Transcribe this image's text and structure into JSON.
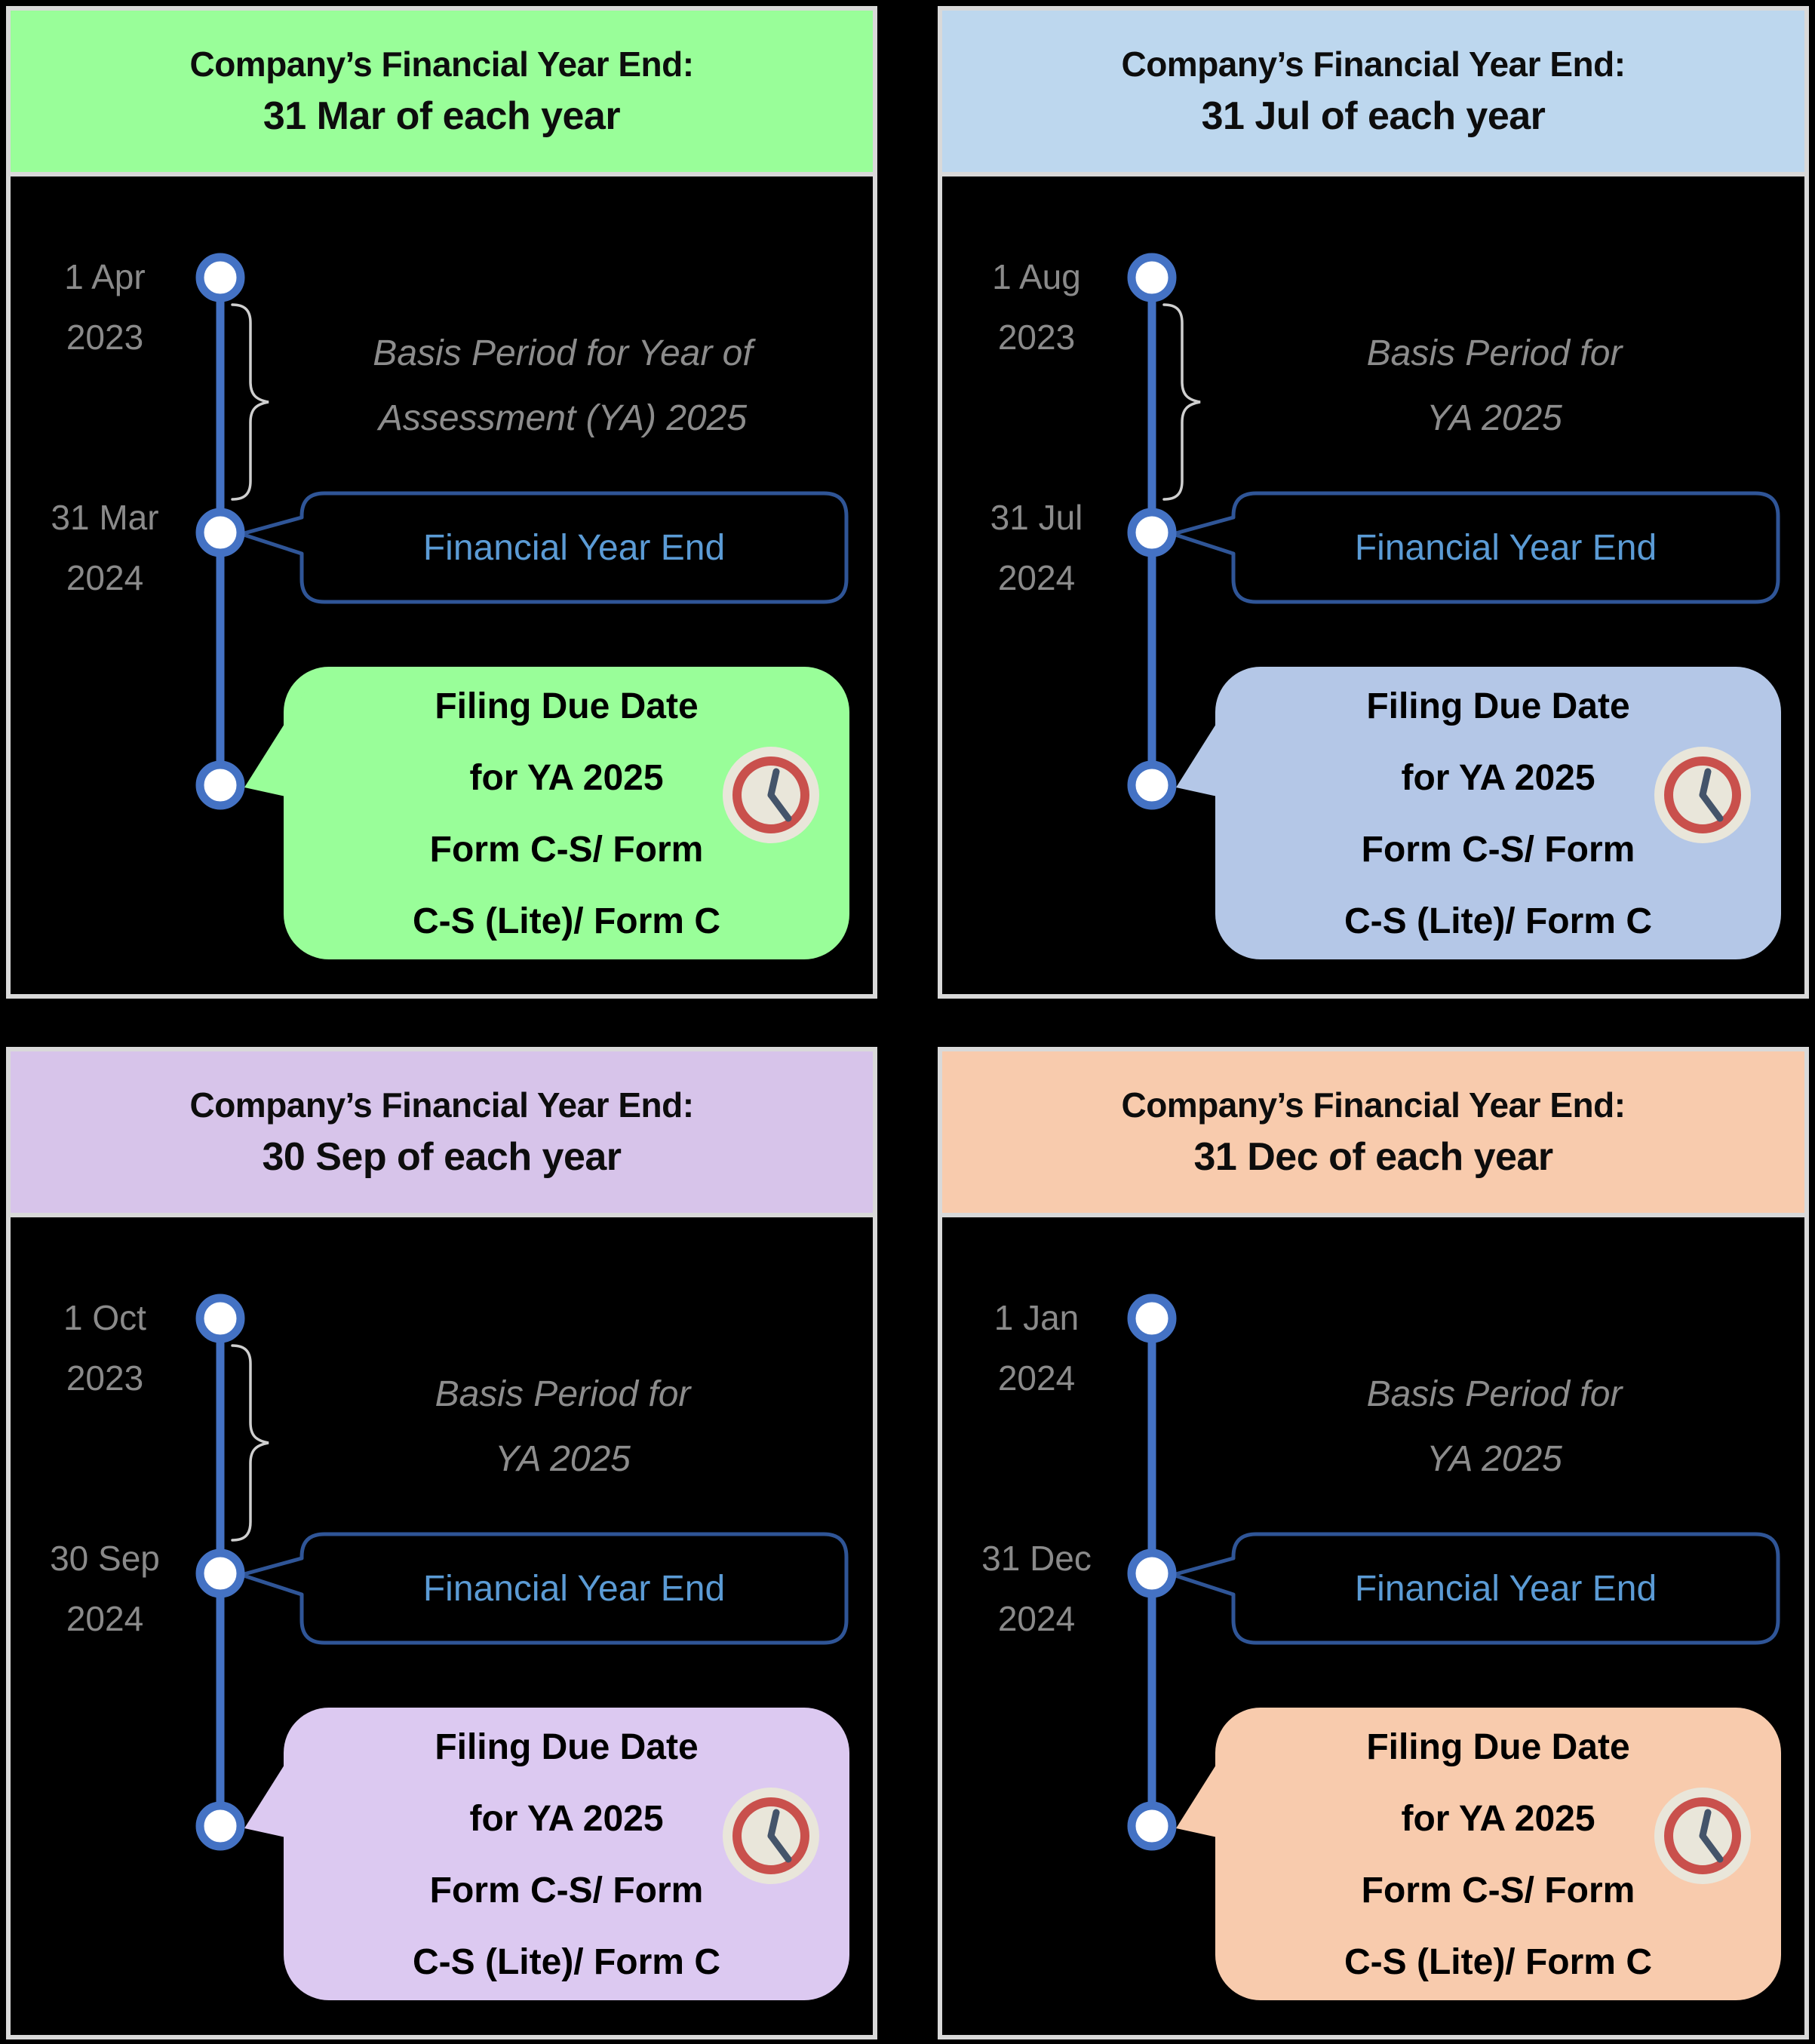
{
  "colors": {
    "background": "#000000",
    "panel_border": "#D9D9D9",
    "timeline_line": "#4472C4",
    "dot_fill": "#FFFFFF",
    "dot_ring": "#4472C4",
    "brace": "#CFCFCF",
    "fye_callout_border": "#2F5597",
    "fye_callout_text": "#5B9BD5",
    "date_text": "#8A8A8A",
    "basis_text": "#8C8C8C",
    "filing_text": "#000000",
    "clock_face": "#E9E6DA",
    "clock_ring": "#C9504C",
    "clock_hands": "#44546A"
  },
  "panels": [
    {
      "id": "fye-31-mar",
      "header": {
        "line1": "Company’s Financial Year End:",
        "line2": "31 Mar of each year",
        "bg": "#99FE99"
      },
      "timeline": {
        "start_date": {
          "line1": "1 Apr",
          "line2": "2023"
        },
        "end_date": {
          "line1": "31 Mar",
          "line2": "2024"
        },
        "basis_period": {
          "line1": "Basis Period for Year of",
          "line2": "Assessment (YA) 2025"
        },
        "has_brace": true
      },
      "fye_callout": {
        "label": "Financial Year End"
      },
      "filing_callout": {
        "line1": "Filing Due Date",
        "line2": "for YA 2025",
        "line3": "Form C-S/ Form",
        "line4": "C-S (Lite)/ Form C",
        "bg": "#99FE99",
        "icon": "clock-icon"
      }
    },
    {
      "id": "fye-31-jul",
      "header": {
        "line1": "Company’s Financial Year End:",
        "line2": "31 Jul of each year",
        "bg": "#BDD7EE"
      },
      "timeline": {
        "start_date": {
          "line1": "1 Aug",
          "line2": "2023"
        },
        "end_date": {
          "line1": "31 Jul",
          "line2": "2024"
        },
        "basis_period": {
          "line1": "Basis Period for",
          "line2": "YA 2025"
        },
        "has_brace": true
      },
      "fye_callout": {
        "label": "Financial Year End"
      },
      "filing_callout": {
        "line1": "Filing Due Date",
        "line2": "for YA 2025",
        "line3": "Form C-S/ Form",
        "line4": "C-S (Lite)/ Form C",
        "bg": "#B4C7E7",
        "icon": "clock-icon"
      }
    },
    {
      "id": "fye-30-sep",
      "header": {
        "line1": "Company’s Financial Year End:",
        "line2": "30 Sep of each year",
        "bg": "#D7C4EA"
      },
      "timeline": {
        "start_date": {
          "line1": "1 Oct",
          "line2": "2023"
        },
        "end_date": {
          "line1": "30 Sep",
          "line2": "2024"
        },
        "basis_period": {
          "line1": "Basis Period for",
          "line2": "YA 2025"
        },
        "has_brace": true
      },
      "fye_callout": {
        "label": "Financial Year End"
      },
      "filing_callout": {
        "line1": "Filing Due Date",
        "line2": "for YA 2025",
        "line3": "Form C-S/ Form",
        "line4": "C-S (Lite)/ Form C",
        "bg": "#DCC9F1",
        "icon": "clock-icon"
      }
    },
    {
      "id": "fye-31-dec",
      "header": {
        "line1": "Company’s Financial Year End:",
        "line2": "31 Dec of each year",
        "bg": "#F8CBAD"
      },
      "timeline": {
        "start_date": {
          "line1": "1 Jan",
          "line2": "2024"
        },
        "end_date": {
          "line1": "31 Dec",
          "line2": "2024"
        },
        "basis_period": {
          "line1": "Basis Period for",
          "line2": "YA 2025"
        },
        "has_brace": false
      },
      "fye_callout": {
        "label": "Financial Year End"
      },
      "filing_callout": {
        "line1": "Filing Due Date",
        "line2": "for YA 2025",
        "line3": "Form C-S/ Form",
        "line4": "C-S (Lite)/ Form C",
        "bg": "#F8CBAD",
        "icon": "clock-icon"
      }
    }
  ]
}
